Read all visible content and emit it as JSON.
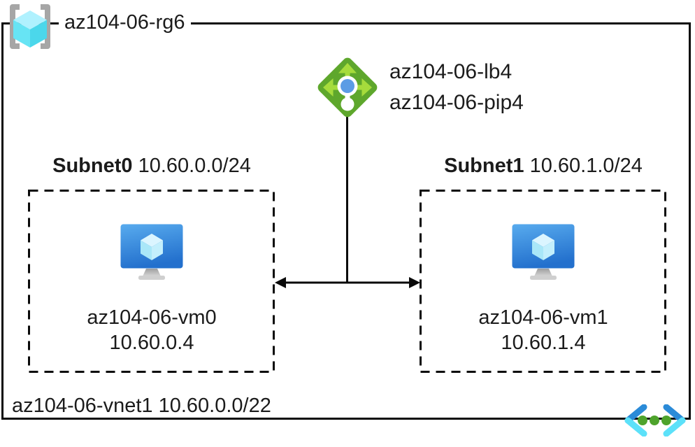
{
  "resource_group": {
    "name": "az104-06-rg6"
  },
  "load_balancer": {
    "name": "az104-06-lb4",
    "public_ip": "az104-06-pip4"
  },
  "subnets": [
    {
      "name": "Subnet0",
      "cidr": "10.60.0.0/24",
      "vm": {
        "name": "az104-06-vm0",
        "ip": "10.60.0.4"
      }
    },
    {
      "name": "Subnet1",
      "cidr": "10.60.1.0/24",
      "vm": {
        "name": "az104-06-vm1",
        "ip": "10.60.1.4"
      }
    }
  ],
  "vnet": {
    "name": "az104-06-vnet1",
    "cidr": "10.60.0.0/22"
  },
  "icons": {
    "resource_group": "resource-group-icon",
    "load_balancer": "load-balancer-icon",
    "virtual_machine": "virtual-machine-icon",
    "virtual_network": "virtual-network-icon"
  },
  "colors": {
    "line_black": "#0a0a0a",
    "lb_green": "#5ea72c",
    "lb_arrow_green": "#a6dc3c",
    "dot_blue": "#5c9ce5",
    "bracket_gray": "#a6a6a6",
    "cube_top": "#b0f1fe",
    "cube_left": "#67e4f4",
    "cube_right": "#4bd7eb",
    "vnet_blue": "#2b8bd8",
    "vnet_cyan": "#5ce1f9",
    "vnet_dot_green": "#4ea32c"
  }
}
